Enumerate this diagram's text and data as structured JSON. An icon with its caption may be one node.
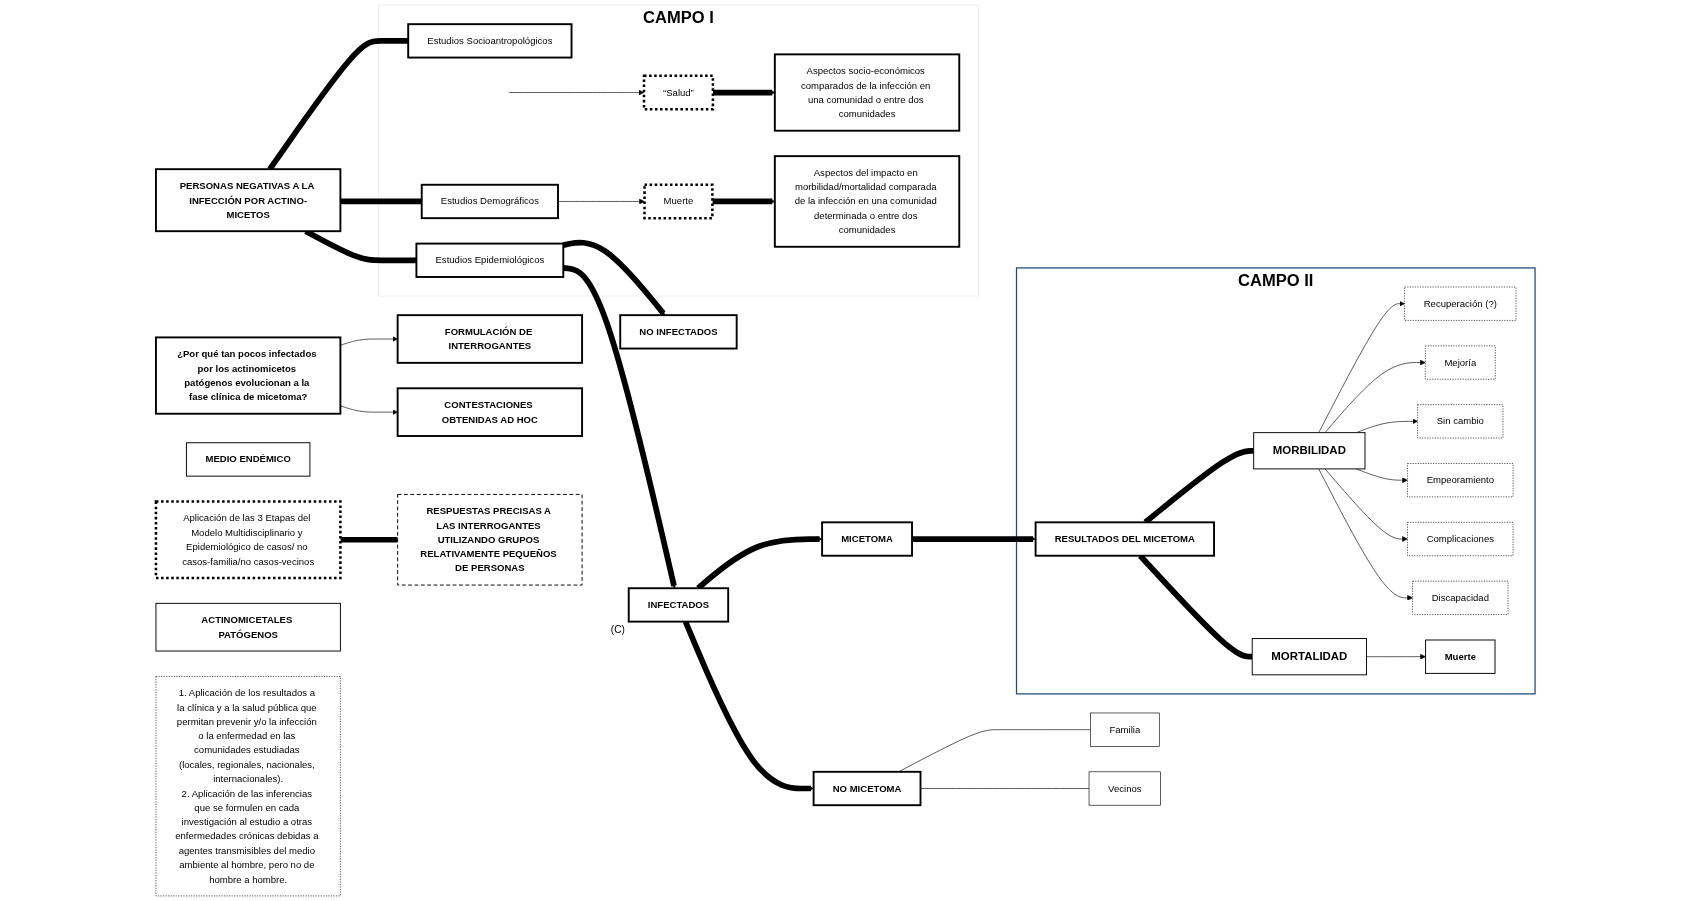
{
  "diagram": {
    "nodes": [
      {
        "text": [
          "FORMULACIÓN DE INTERROGANTES"
        ]
      },
      {
        "text": [
          "¿Por qué tan pocos infectados por los actinomicetos patógenos evolucionan a la fase clínica de micetoma?"
        ]
      },
      {
        "text": [
          "CONTESTACIONES OBTENIDAS AD HOC"
        ]
      },
      {
        "text": [
          "Aplicación de las 3 Etapas del Modelo Multidisciplinario y Epidemiológico de casos/ no casos-familia/no casos-vecinos"
        ]
      },
      {
        "text": [
          "MEDIO ENDÉMICO"
        ]
      },
      {
        "text": [
          "CAMPO I"
        ]
      },
      {
        "text": [
          "“Salud”"
        ],
        "in": 5
      },
      {
        "text": [
          "Aspectos socio-económicos comparados de la infección en una comunidad o entre dos comunidades"
        ],
        "in": 5
      },
      {
        "text": [
          "Estudios Socioantropológicos"
        ],
        "in": 5
      },
      {
        "text": [
          "PERSONAS NEGATIVAS A LA INFECCIÓN POR ACTINO-MICETOS"
        ]
      },
      {
        "text": [
          "Estudios Epidemiológicos"
        ],
        "in": 5
      },
      {
        "text": [
          "Estudios Demográficos"
        ],
        "in": 5
      },
      {
        "text": [
          "Muerte"
        ],
        "in": 5
      },
      {
        "text": [
          "Aspectos del impacto en morbilidad/mortalidad comparada de la infección en una comunidad determinada o entre dos comunidades"
        ],
        "in": 5
      },
      {
        "text": [
          "ACTINOMICETALES PATÓGENOS"
        ]
      },
      {
        "text": [
          "NO INFECTADOS"
        ]
      },
      {
        "text": [
          "INFECTADOS"
        ],
        "beside": [
          "(C)"
        ]
      },
      {
        "text": [
          "NO MICETOMA"
        ]
      },
      {
        "text": [
          "MICETOMA"
        ]
      },
      {
        "text": [
          "Familia"
        ]
      },
      {
        "text": [
          "Vecinos"
        ]
      },
      {
        "text": [
          "RESPUESTAS PRECISAS A LAS INTERROGANTES UTILIZANDO GRUPOS RELATIVAMENTE PEQUEÑOS DE PERSONAS"
        ]
      },
      {
        "text": [
          "1. Aplicación de los resultados a la clínica y a la salud pública que permitan prevenir y/o la infección o la enfermedad en las comunidades estudiadas (locales, regionales, nacionales, internacionales).",
          "2. Aplicación de las inferencias que se formulen en cada investigación al estudio a otras enfermedades crónicas debidas a agentes transmisibles del medio ambiente al hombre, pero no de hombre a hombre."
        ]
      },
      {
        "text": [
          "CAMPO II"
        ]
      },
      {
        "text": [
          "Recuperación (?)"
        ],
        "in": 23
      },
      {
        "text": [
          "MORBILIDAD"
        ],
        "in": 23
      },
      {
        "text": [
          "Mejoría"
        ],
        "in": 23
      },
      {
        "text": [
          "Sin cambio"
        ],
        "in": 23
      },
      {
        "text": [
          "RESULTADOS DEL MICETOMA"
        ],
        "in": 23
      },
      {
        "text": [
          "Empeoramiento"
        ],
        "in": 23
      },
      {
        "text": [
          "Complicaciones"
        ],
        "in": 23
      },
      {
        "text": [
          "MORTALIDAD"
        ],
        "in": 23
      },
      {
        "text": [
          "Discapacidad"
        ],
        "in": 23
      },
      {
        "text": [
          "Muerte"
        ],
        "in": 23
      }
    ],
    "edges": [
      {
        "from": 1,
        "to": 0,
        "arrow": "to"
      },
      {
        "from": 1,
        "to": 2,
        "arrow": "to"
      },
      {
        "from": null,
        "to": 6,
        "arrow": "to"
      },
      {
        "from": 6,
        "to": 7,
        "arrow": "to",
        "style": "thick"
      },
      {
        "from": 9,
        "to": 8,
        "arrow": "none",
        "style": "thick"
      },
      {
        "from": 9,
        "to": 10,
        "arrow": "none",
        "style": "thick"
      },
      {
        "from": 9,
        "to": 11,
        "arrow": "none",
        "style": "thick"
      },
      {
        "from": 10,
        "to": 15,
        "arrow": "to",
        "style": "thick"
      },
      {
        "from": 10,
        "to": 16,
        "arrow": "to",
        "style": "thick"
      },
      {
        "from": 11,
        "to": 12,
        "arrow": "to"
      },
      {
        "from": 12,
        "to": 13,
        "arrow": "to",
        "style": "thick"
      },
      {
        "from": 16,
        "to": 17,
        "arrow": "to",
        "style": "thick"
      },
      {
        "from": 16,
        "to": 18,
        "arrow": "to",
        "style": "thick"
      },
      {
        "from": 17,
        "to": 19,
        "arrow": "none"
      },
      {
        "from": 17,
        "to": 20,
        "arrow": "none"
      },
      {
        "from": 3,
        "to": 21,
        "arrow": "none",
        "style": "thick"
      },
      {
        "from": 18,
        "to": 28,
        "arrow": "to",
        "style": "thick"
      },
      {
        "from": 28,
        "to": 25,
        "arrow": "none",
        "style": "thick"
      },
      {
        "from": 28,
        "to": 31,
        "arrow": "none",
        "style": "thick"
      },
      {
        "from": 25,
        "to": 24,
        "arrow": "to"
      },
      {
        "from": 25,
        "to": 26,
        "arrow": "to"
      },
      {
        "from": 25,
        "to": 27,
        "arrow": "to"
      },
      {
        "from": 25,
        "to": 29,
        "arrow": "to"
      },
      {
        "from": 25,
        "to": 30,
        "arrow": "to"
      },
      {
        "from": 25,
        "to": 32,
        "arrow": "to"
      },
      {
        "from": 31,
        "to": 33,
        "arrow": "to"
      }
    ]
  }
}
